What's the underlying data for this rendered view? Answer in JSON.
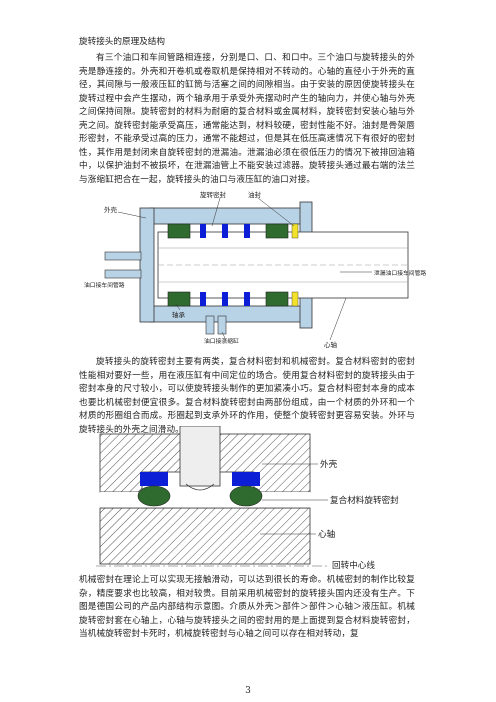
{
  "heading": "旋转接头的原理及结构",
  "para1": "有三个油口和车间管路相连接，分别是口、口、和口中。三个油口与旋转接头的外壳是静连接的。外壳和开卷机或卷取机是保持相对不转动的。心轴的直径小于外壳的直径，其间隙与一般液压缸的缸筒与活塞之间的间隙相当。由于安装的原因使旋转接头在旋转过程中会产生摆动，两个轴承用于承受外壳摆动时产生的轴向力，并使心轴与外壳之间保持间隙。旋转密封的材料为耐磨的复合材料或金属材料，旋转密封安装心轴与外壳之间。旋转密封能承受高压，通常能达到，材料较硬，密封性能不好。油封是骨架唇形密封，不能承受过高的压力，通常不能超过，但是其在低压高速情况下有很好的密封性，其作用是封闭来自旋转密封的泄漏油。泄漏油必须在很低压力的情况下被排回油箱中，以保护油封不被损坏，在泄漏油管上不能安装过滤器。旋转接头通过最右端的法兰与涨缩缸把合在一起，旋转接头的油口与液压缸的油口对接。",
  "fig1": {
    "labels": {
      "outer": "外壳",
      "rotary_seal": "旋转密封",
      "oil_seal": "油封",
      "leak_pipe": "泄漏油口接车间管路",
      "bearing": "轴承",
      "port_cyl": "油口接涨缩缸",
      "port_workshop": "油口接车间管路",
      "shaft": "心轴"
    }
  },
  "para2": "旋转接头的旋转密封主要有两类，复合材料密封和机械密封。复合材料密封的密封性能相对要好一些，用在液压缸有中间定位的场合。使用复合材料密封的旋转接头由于密封本身的尺寸较小，可以使旋转接头制作的更加紧凑小巧。复合材料密封本身的成本也要比机械密封便宜很多。复合材料旋转密封由两部份组成，由一个材质的外环和一个材质的形圈组合而成。形圈起到支承外环的作用，使整个旋转密封更容易安装。外环与旋转接头的外壳之间滑动。",
  "fig2": {
    "labels": {
      "outer": "外壳",
      "composite_seal": "复合材料旋转密封",
      "shaft": "心轴",
      "center_line": "回转中心线"
    }
  },
  "para3": "机械密封在理论上可以实现无接触滑动，可以达到很长的寿命。机械密封的制作比较复杂，精度要求也比较高，相对较贵。目前采用机械密封的旋转接头国内还没有生产。下图是德国公司的产品内部结构示意图。介质从外壳＞部件＞部件＞心轴＞液压缸。机械旋转密封套在心轴上，心轴与旋转接头之间的密封用的是上面提到复合材料旋转密封，当机械旋转密封卡死时，机械旋转密封与心轴之间可以存在相对转动，复",
  "page_number": "3"
}
